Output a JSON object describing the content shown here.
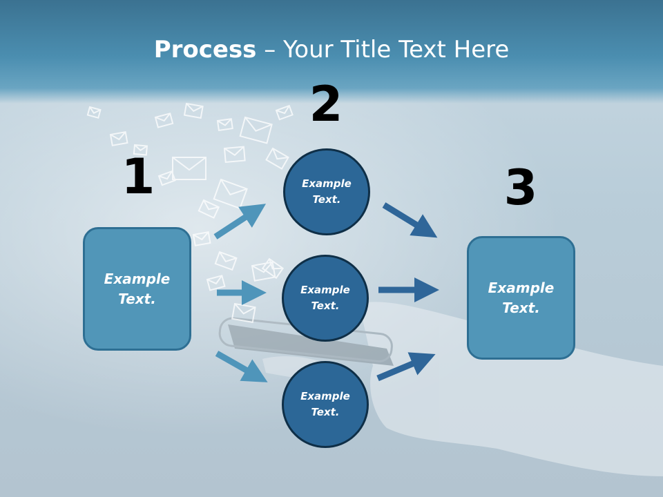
{
  "title": {
    "strong": "Process",
    "rest": " – Your Title Text Here"
  },
  "numbers": [
    "1",
    "2",
    "3"
  ],
  "step1": {
    "text": "Example Text."
  },
  "step2": {
    "items": [
      "Example Text.",
      "Example Text.",
      "Example Text."
    ]
  },
  "step3": {
    "text": "Example Text."
  },
  "colors": {
    "box_fill": "#5196b8",
    "circle_fill": "#2c6797",
    "arrow_light": "#4f95ba",
    "arrow_dark": "#2f6699"
  }
}
